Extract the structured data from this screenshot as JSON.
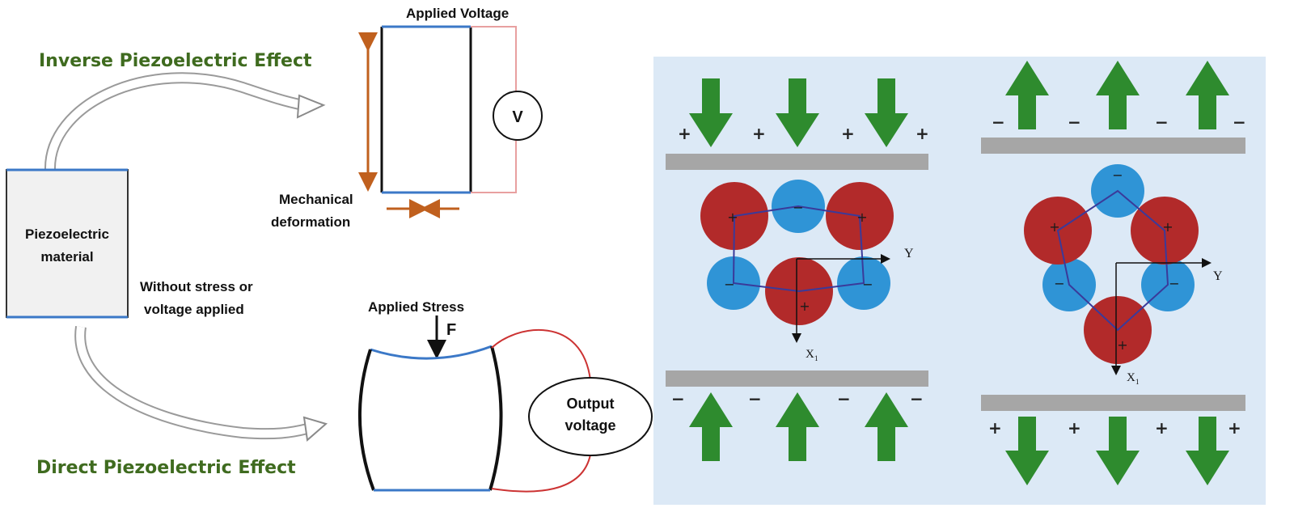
{
  "left_panel": {
    "inverse_title": "Inverse Piezoelectric Effect",
    "direct_title": "Direct Piezoelectric Effect",
    "material_line1": "Piezoelectric",
    "material_line2": "material",
    "rest_line1": "Without stress or",
    "rest_line2": "voltage applied",
    "applied_voltage": "Applied Voltage",
    "voltmeter_symbol": "V",
    "mechanical_line1": "Mechanical",
    "mechanical_line2": "deformation",
    "applied_stress": "Applied Stress",
    "force_symbol": "F",
    "output_line1": "Output",
    "output_line2": "voltage"
  },
  "right_panel": {
    "plus": "+",
    "minus": "−",
    "axis_y": "Y",
    "axis_x": "X",
    "axis_x_sub": "1"
  },
  "colors": {
    "arrow_green": "#2e8b2e",
    "cation_red": "#b22a2a",
    "anion_blue": "#2f94d6",
    "panel_bg": "#dce9f6",
    "title_green": "#3f6b1f",
    "plate_gray": "#a6a6a6",
    "orange": "#c0601e"
  }
}
